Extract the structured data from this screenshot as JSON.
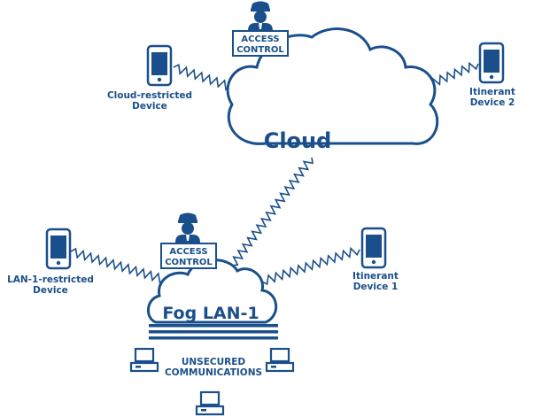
{
  "colors": {
    "primary": "#1a4f8b",
    "background": "#ffffff"
  },
  "cloud": {
    "label": "Cloud"
  },
  "fog": {
    "label": "Fog LAN-1"
  },
  "access_control_top": {
    "line1": "ACCESS",
    "line2": "CONTROL"
  },
  "access_control_fog": {
    "line1": "ACCESS",
    "line2": "CONTROL"
  },
  "devices": {
    "cloud_restricted": {
      "line1": "Cloud-restricted",
      "line2": "Device"
    },
    "itinerant_2": {
      "line1": "Itinerant",
      "line2": "Device 2"
    },
    "lan_restricted": {
      "line1": "LAN-1-restricted",
      "line2": "Device"
    },
    "itinerant_1": {
      "line1": "Itinerant",
      "line2": "Device 1"
    }
  },
  "unsecured": {
    "line1": "UNSECURED",
    "line2": "COMMUNICATIONS"
  },
  "icons": [
    "guard-icon",
    "phone-icon",
    "computer-icon",
    "cloud-icon",
    "wireless-link-icon"
  ]
}
